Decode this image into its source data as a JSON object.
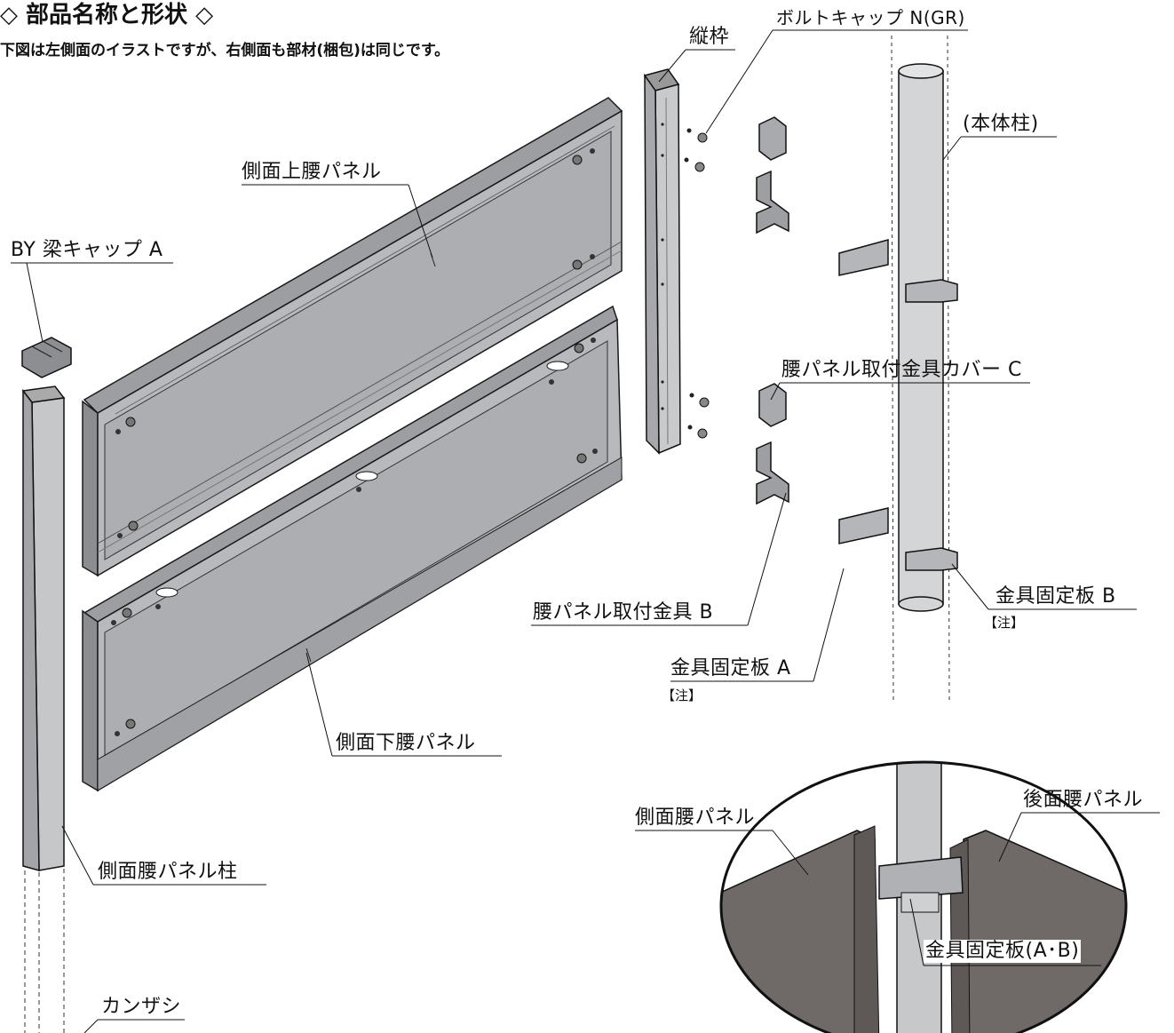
{
  "header": {
    "title": "◇ 部品名称と形状 ◇",
    "subtitle": "下図は左側面のイラストですが、右側面も部材(梱包)は同じです。"
  },
  "labels": {
    "bolt_cap": "ボルトキャップ N(GR)",
    "tate_waku": "縦枠",
    "main_post": "(本体柱)",
    "upper_panel": "側面上腰パネル",
    "beam_cap": "BY 梁キャップ A",
    "bracket_cover": "腰パネル取付金具カバー C",
    "bracket_b": "腰パネル取付金具 B",
    "plate_b": "金具固定板 B",
    "plate_b_note": "【注】",
    "plate_a": "金具固定板 A",
    "plate_a_note": "【注】",
    "lower_panel": "側面下腰パネル",
    "side_panel": "側面腰パネル",
    "rear_panel": "後面腰パネル",
    "plate_ab": "金具固定板(A･B)",
    "panel_post": "側面腰パネル柱",
    "kanzashi": "カンザシ"
  },
  "colors": {
    "panel_fill": "#b8b9bc",
    "panel_dark": "#8c8d90",
    "post_fill": "#d4d5d7",
    "detail_panel": "#6f6a68",
    "detail_post": "#c7c8ca",
    "line": "#1a1a1a"
  }
}
